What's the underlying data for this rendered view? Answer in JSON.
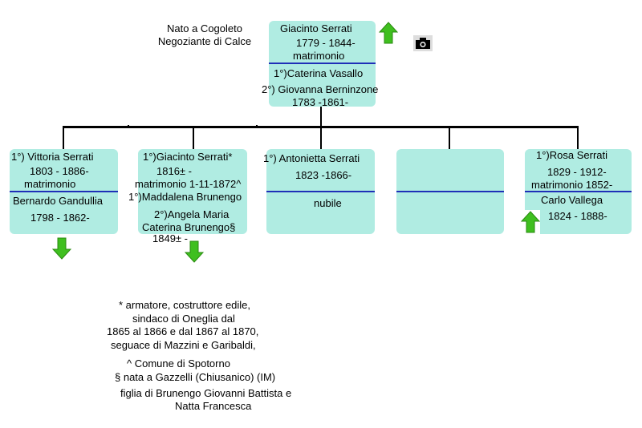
{
  "birth_note": {
    "line1": "Nato a Cogoleto",
    "line2": "Negoziante di Calce"
  },
  "root": {
    "name": "Giacinto Serrati",
    "dates": "1779 - 1844-",
    "marriage": "matrimonio",
    "spouse1": "1°)Caterina Vasallo",
    "spouse2": "2°) Giovanna Berninzone",
    "spouse2_dates": "1783 -1861-"
  },
  "children": [
    {
      "name": "1°) Vittoria Serrati",
      "dates": "1803 - 1886-",
      "marriage": "matrimonio",
      "spouse": "Bernardo Gandullia",
      "spouse_dates": "1798 - 1862-"
    },
    {
      "name": "1°)Giacinto Serrati*",
      "dates": "1816± -",
      "marriage": "matrimonio 1-11-1872^",
      "spouse1": "1°)Maddalena Brunengo",
      "spouse2_a": "2°)Angela Maria",
      "spouse2_b": "Caterina Brunengo§",
      "spouse2_dates": "1849± -"
    },
    {
      "name": "1°) Antonietta Serrati",
      "dates": "1823 -1866-",
      "status": "nubile"
    },
    {},
    {
      "name": "1°)Rosa Serrati",
      "dates": "1829 - 1912-",
      "marriage": "matrimonio 1852-",
      "spouse": "Carlo Vallega",
      "spouse_dates": "1824 - 1888-"
    }
  ],
  "notes": [
    "* armatore, costruttore edile,",
    "sindaco di Oneglia dal",
    "1865 al 1866 e dal 1867 al 1870,",
    "seguace di Mazzini e Garibaldi,",
    "^ Comune di Spotorno",
    "§ nata  a Gazzelli (Chiusanico) (IM)",
    "figlia di Brunengo Giovanni Battista e",
    "Natta Francesca"
  ],
  "colors": {
    "box": "#b0ece2",
    "divider": "#1f2fb8",
    "arrow": "#3fbf1f"
  },
  "icons": [
    "arrow-up-icon",
    "camera-icon",
    "arrow-down-icon"
  ]
}
